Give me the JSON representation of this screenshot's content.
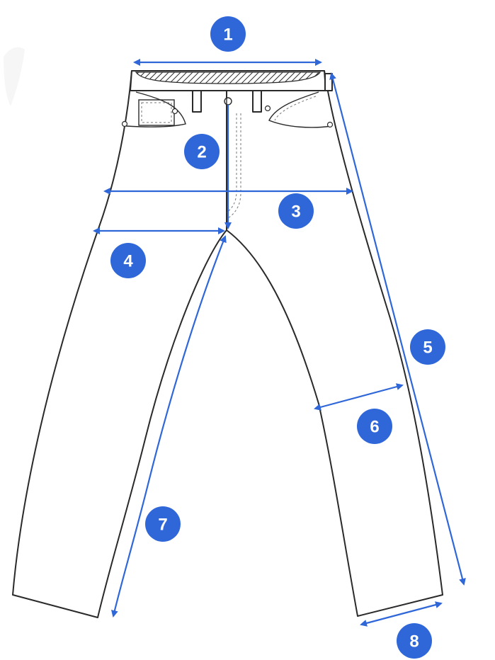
{
  "accent_color": "#2f67d9",
  "badge_text_color": "#ffffff",
  "garment": "jeans",
  "measurements": [
    {
      "number": "1"
    },
    {
      "number": "2"
    },
    {
      "number": "3"
    },
    {
      "number": "4"
    },
    {
      "number": "5"
    },
    {
      "number": "6"
    },
    {
      "number": "7"
    },
    {
      "number": "8"
    }
  ]
}
